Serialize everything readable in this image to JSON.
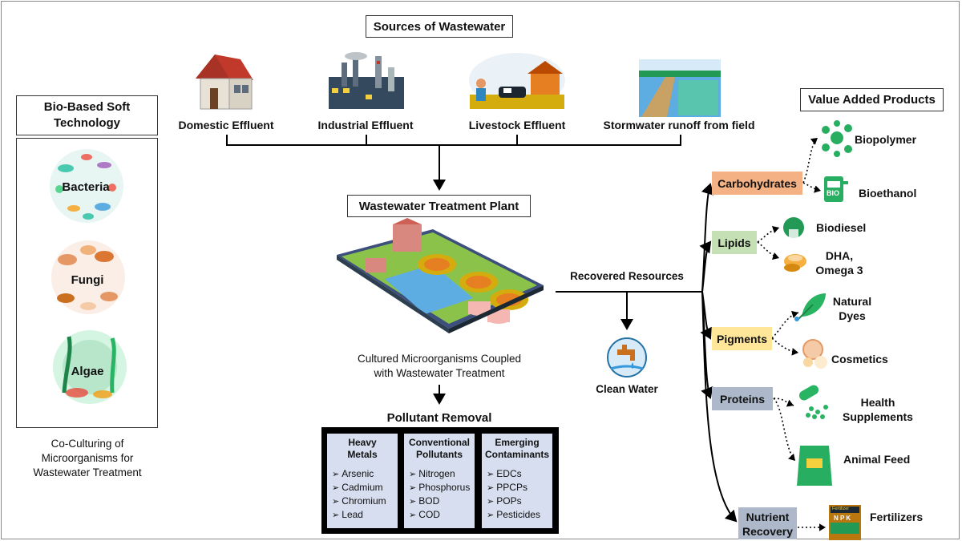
{
  "sources": {
    "title": "Sources of Wastewater",
    "items": [
      {
        "label": "Domestic Effluent",
        "icon": "house-icon"
      },
      {
        "label": "Industrial Effluent",
        "icon": "factory-icon"
      },
      {
        "label": "Livestock Effluent",
        "icon": "livestock-farm-icon"
      },
      {
        "label": "Stormwater runoff from field",
        "icon": "field-runoff-icon"
      }
    ]
  },
  "left_panel": {
    "title": "Bio-Based Soft Technology",
    "organisms": [
      "Bacteria",
      "Fungi",
      "Algae"
    ],
    "caption": "Co-Culturing of Microorganisms for Wastewater Treatment"
  },
  "plant": {
    "title": "Wastewater Treatment Plant",
    "caption": "Cultured Microorganisms Coupled with Wastewater Treatment"
  },
  "pollutant_removal": {
    "title": "Pollutant Removal",
    "columns": [
      {
        "heading": "Heavy Metals",
        "items": [
          "Arsenic",
          "Cadmium",
          "Chromium",
          "Lead"
        ]
      },
      {
        "heading": "Conventional Pollutants",
        "items": [
          "Nitrogen",
          "Phosphorus",
          "BOD",
          "COD"
        ]
      },
      {
        "heading": "Emerging Contaminants",
        "items": [
          "EDCs",
          "PPCPs",
          "POPs",
          "Pesticides"
        ]
      }
    ]
  },
  "recovered": {
    "label": "Recovered Resources",
    "clean_water": "Clean Water"
  },
  "value_added": {
    "title": "Value Added Products",
    "categories": [
      {
        "label": "Carbohydrates",
        "color": "#f4b183"
      },
      {
        "label": "Lipids",
        "color": "#c5e0b4"
      },
      {
        "label": "Pigments",
        "color": "#ffe699"
      },
      {
        "label": "Proteins",
        "color": "#adb9ca"
      },
      {
        "label": "Nutrient Recovery",
        "color": "#adb9ca"
      }
    ],
    "products": [
      "Biopolymer",
      "Bioethanol",
      "Biodiesel",
      "DHA, Omega 3",
      "Natural Dyes",
      "Cosmetics",
      "Health Supplements",
      "Animal Feed",
      "Fertilizers"
    ],
    "icon_text": {
      "bio": "BIO",
      "npk": "N P K",
      "fertilizer_bag": "Fertilizer"
    }
  }
}
